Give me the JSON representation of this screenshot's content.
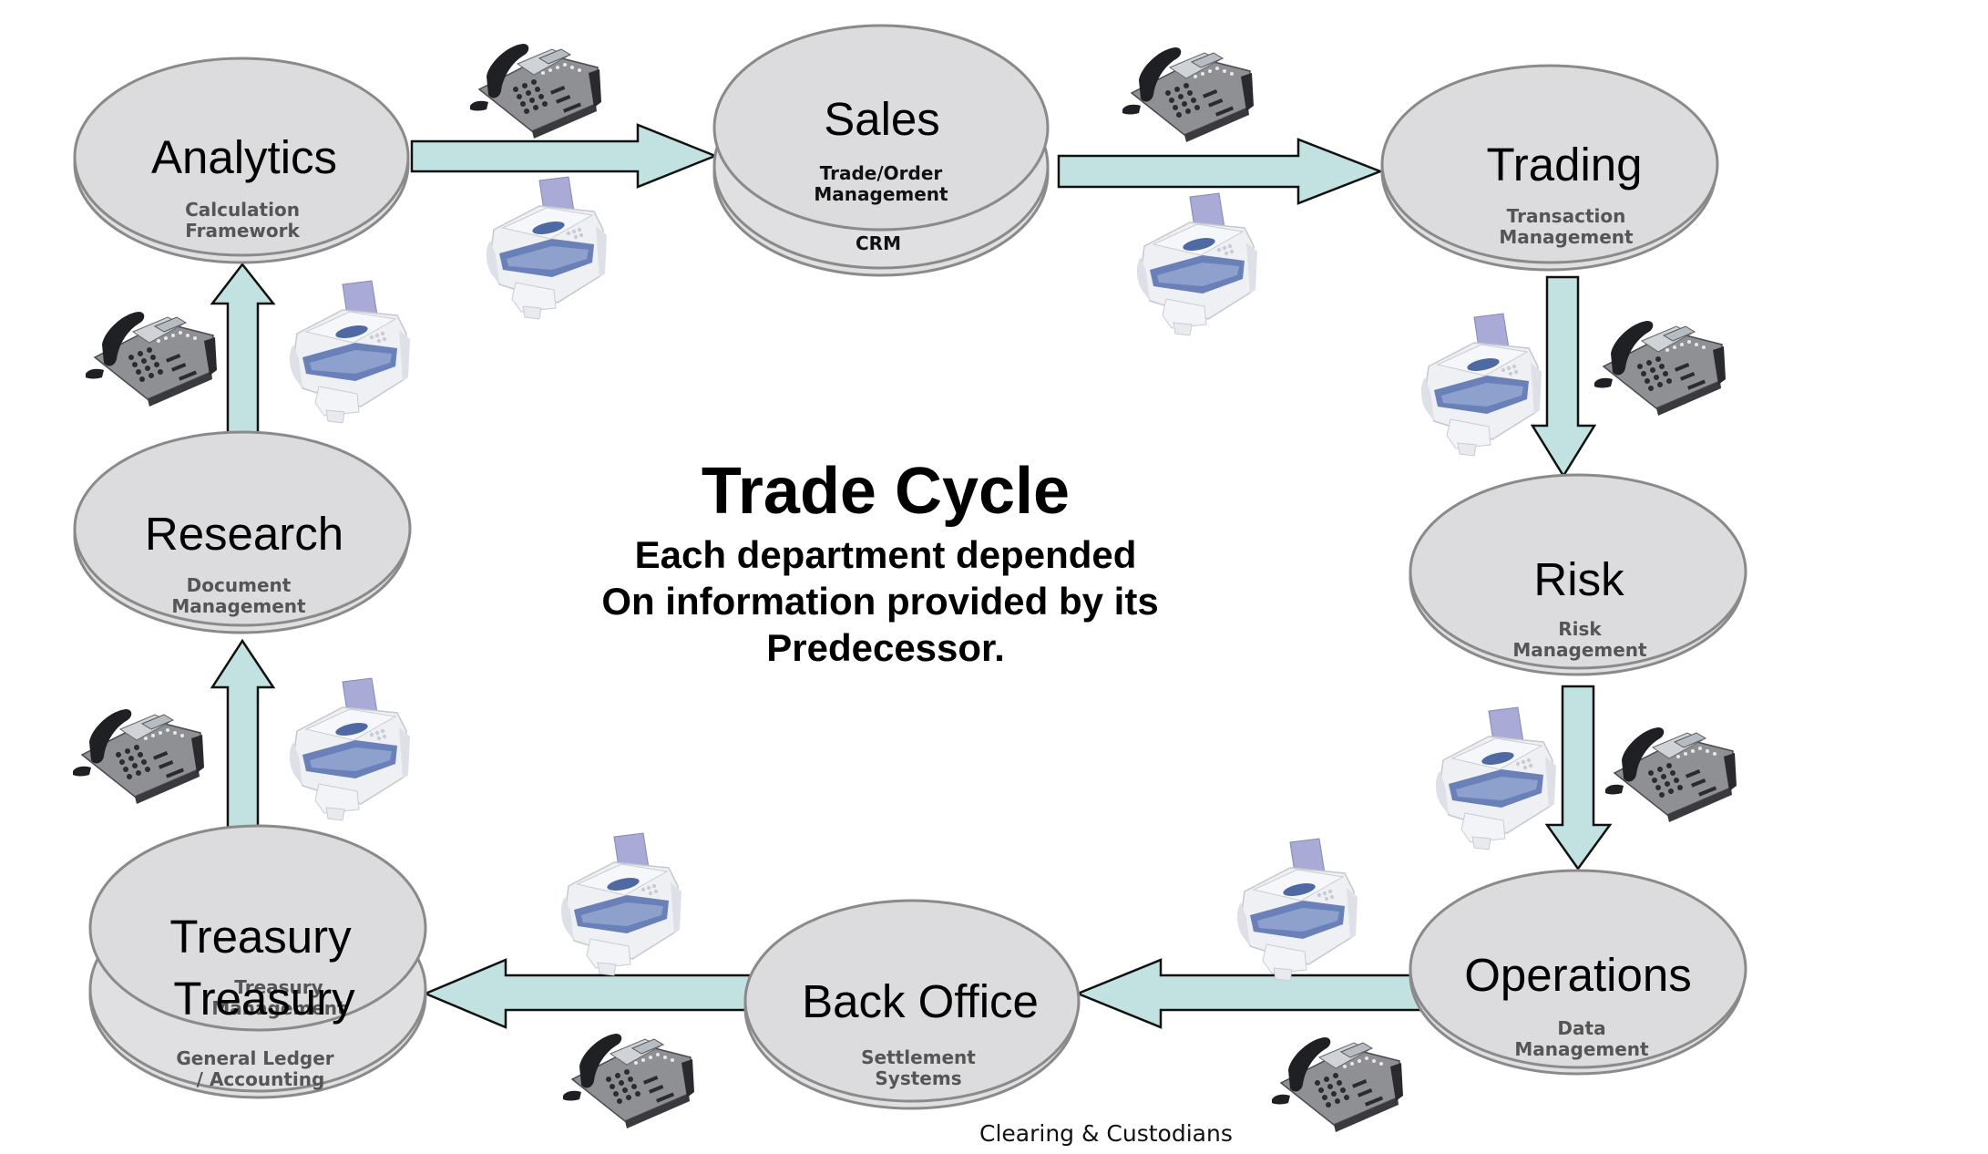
{
  "diagram": {
    "title": "Trade Cycle",
    "subtitle_lines": [
      "Each department depended",
      "On information provided by its",
      "Predecessor."
    ],
    "caption": "Clearing & Custodians",
    "colors": {
      "node_fill": "#dcdbdd",
      "node_stroke": "#8a8a8a",
      "arrow_fill": "#c2e2e2",
      "arrow_stroke": "#111111"
    },
    "nodes": {
      "analytics": {
        "title": "Analytics",
        "sub": [
          "Calculation",
          "Framework"
        ]
      },
      "sales": {
        "title": "Sales",
        "sub": [
          "Trade/Order",
          "Management"
        ],
        "lower": [
          "CRM"
        ]
      },
      "trading": {
        "title": "Trading",
        "sub": [
          "Transaction",
          "Management"
        ]
      },
      "risk": {
        "title": "Risk",
        "sub": [
          "Risk",
          "Management"
        ]
      },
      "operations": {
        "title": "Operations",
        "sub": [
          "Data",
          "Management"
        ]
      },
      "back_office": {
        "title": "Back Office",
        "sub": [
          "Settlement",
          "Systems"
        ]
      },
      "treasury": {
        "title": "Treasury",
        "overlay_title": "Treasury",
        "sub": [
          "Treasury",
          "Management"
        ],
        "lower": [
          "General Ledger",
          "/ Accounting"
        ]
      },
      "research": {
        "title": "Research",
        "sub": [
          "Document",
          "Management"
        ]
      }
    },
    "flow": [
      {
        "from": "Analytics",
        "to": "Sales"
      },
      {
        "from": "Sales",
        "to": "Trading"
      },
      {
        "from": "Trading",
        "to": "Risk"
      },
      {
        "from": "Risk",
        "to": "Operations"
      },
      {
        "from": "Operations",
        "to": "Back Office"
      },
      {
        "from": "Back Office",
        "to": "Treasury"
      },
      {
        "from": "Treasury",
        "to": "Research"
      },
      {
        "from": "Research",
        "to": "Analytics"
      }
    ],
    "icons": {
      "phone": "desk-phone-icon",
      "fax": "fax-machine-icon"
    }
  }
}
